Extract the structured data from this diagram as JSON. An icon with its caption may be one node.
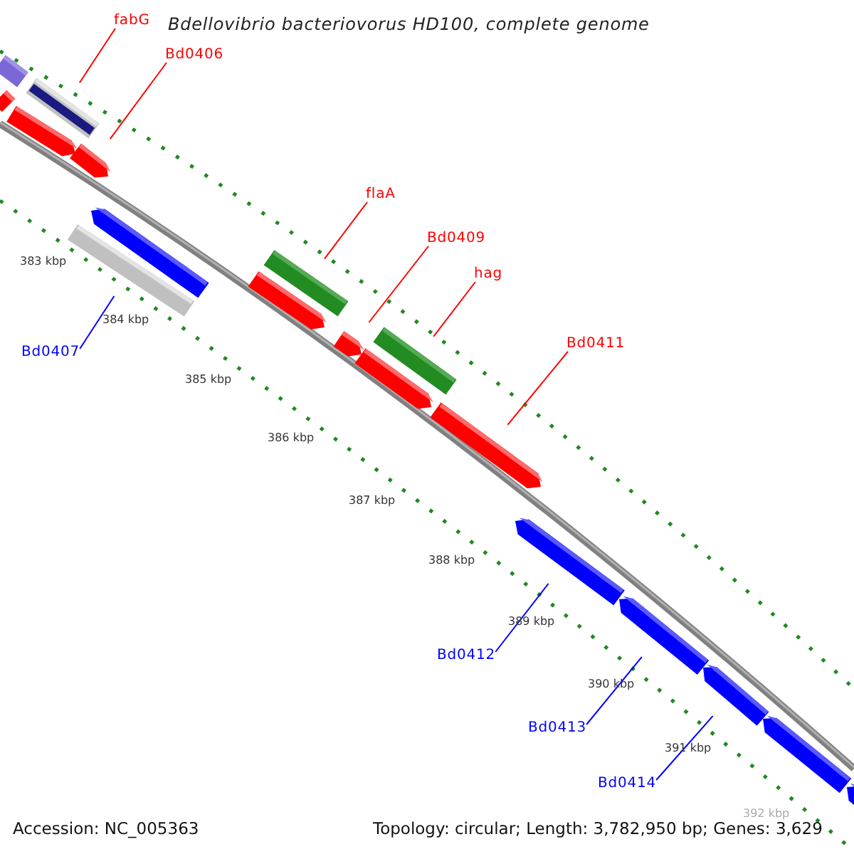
{
  "diagram": {
    "title": "Bdellovibrio bacteriovorus HD100, complete genome",
    "nodes": [
      {
        "text": [
          "fabG"
        ]
      },
      {
        "text": [
          "Bd0406"
        ]
      },
      {
        "text": [
          "flaA"
        ]
      },
      {
        "text": [
          "Bd0409"
        ]
      },
      {
        "text": [
          "hag"
        ]
      },
      {
        "text": [
          "Bd0411"
        ]
      },
      {
        "text": [
          "Bd0407"
        ]
      },
      {
        "text": [
          "Bd0412"
        ]
      },
      {
        "text": [
          "Bd0413"
        ]
      },
      {
        "text": [
          "Bd0414"
        ]
      }
    ],
    "edges": [
      {
        "from": 0,
        "to": null,
        "arrow": "none"
      },
      {
        "from": 1,
        "to": null,
        "arrow": "none"
      },
      {
        "from": 2,
        "to": null,
        "arrow": "none"
      },
      {
        "from": 3,
        "to": null,
        "arrow": "none"
      },
      {
        "from": 4,
        "to": null,
        "arrow": "none"
      },
      {
        "from": 5,
        "to": null,
        "arrow": "none"
      },
      {
        "from": 6,
        "to": null,
        "arrow": "none",
        "color": "#0000ff"
      },
      {
        "from": 7,
        "to": null,
        "arrow": "none",
        "color": "#0000ff"
      },
      {
        "from": 8,
        "to": null,
        "arrow": "none",
        "color": "#0000ff"
      },
      {
        "from": 9,
        "to": null,
        "arrow": "none",
        "color": "#0000ff"
      }
    ],
    "labels": [
      "383 kbp",
      "384 kbp",
      "385 kbp",
      "386 kbp",
      "387 kbp",
      "388 kbp",
      "389 kbp",
      "390 kbp",
      "391 kbp",
      "392 kbp",
      "Accession: NC_005363",
      "Topology: circular; Length: 3,782,950 bp; Genes: 3,629"
    ]
  }
}
